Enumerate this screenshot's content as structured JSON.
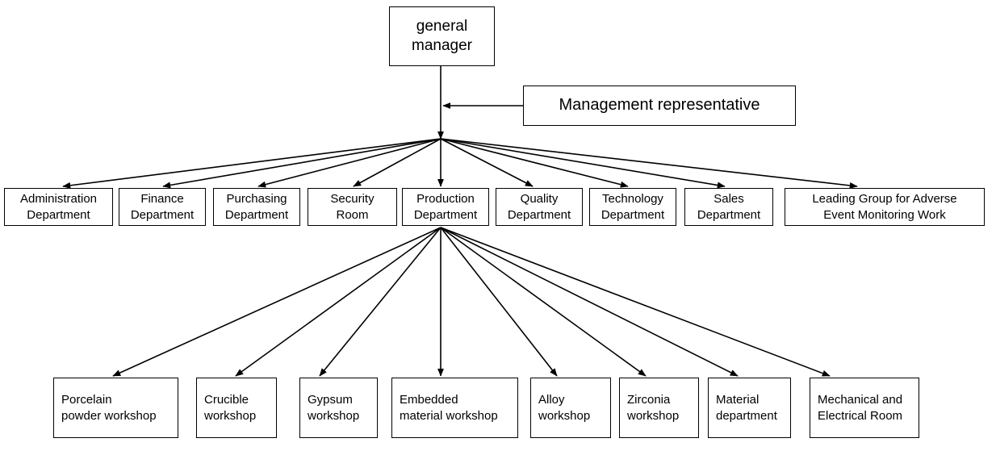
{
  "diagram": {
    "title": "Organizational structure chart",
    "background_color": "#ffffff",
    "line_color": "#000000",
    "box_border_color": "#000000",
    "box_fill_color": "#ffffff"
  },
  "top": {
    "general_manager": "general manager",
    "management_representative": "Management representative"
  },
  "departments": [
    {
      "label": "Administration\nDepartment"
    },
    {
      "label": "Finance\nDepartment"
    },
    {
      "label": "Purchasing\nDepartment"
    },
    {
      "label": "Security\nRoom"
    },
    {
      "label": "Production\nDepartment"
    },
    {
      "label": "Quality\nDepartment"
    },
    {
      "label": "Technology\nDepartment"
    },
    {
      "label": "Sales\nDepartment"
    },
    {
      "label": "Leading Group for Adverse\nEvent Monitoring Work"
    }
  ],
  "workshops": [
    {
      "label": "Porcelain\npowder workshop"
    },
    {
      "label": "Crucible\nworkshop"
    },
    {
      "label": "Gypsum\nworkshop"
    },
    {
      "label": "Embedded\nmaterial workshop"
    },
    {
      "label": "Alloy\nworkshop"
    },
    {
      "label": "Zirconia\nworkshop"
    },
    {
      "label": "Material\ndepartment"
    },
    {
      "label": "Mechanical and\nElectrical Room"
    }
  ]
}
